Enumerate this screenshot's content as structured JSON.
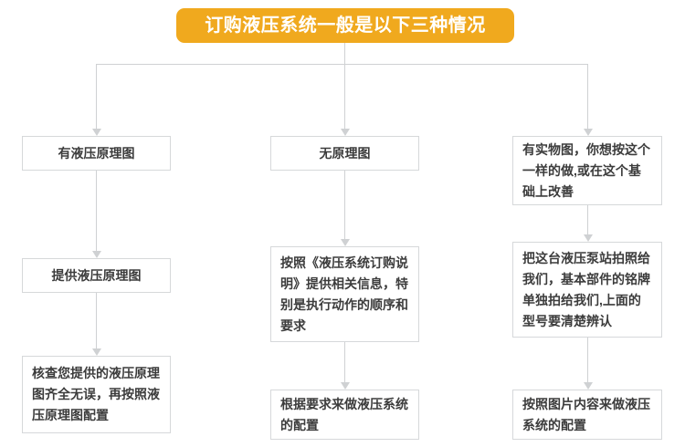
{
  "header": {
    "title": "订购液压系统一般是以下三种情况",
    "banner_color": "#f0a91e",
    "title_color": "#ffffff"
  },
  "theme": {
    "box_border_color": "#d6d8da",
    "connector_color": "#cfd1d3",
    "text_color": "#3c3c3c",
    "background": "#ffffff"
  },
  "branches": [
    {
      "id": "branch-schematic-available",
      "steps": [
        {
          "label": "有液压原理图"
        },
        {
          "label": "提供液压原理图"
        },
        {
          "label": "核查您提供的液压原理图齐全无误，再按照液压原理图配置"
        }
      ]
    },
    {
      "id": "branch-no-schematic",
      "steps": [
        {
          "label": "无原理图"
        },
        {
          "label": "按照《液压系统订购说明》提供相关信息，特别是执行动作的顺序和要求"
        },
        {
          "label": "根据要求来做液压系统的配置"
        }
      ]
    },
    {
      "id": "branch-photo-available",
      "steps": [
        {
          "label": "有实物图，你想按这个一样的做,或在这个基础上改善"
        },
        {
          "label": "把这台液压泵站拍照给我们，基本部件的铭牌单独拍给我们,上面的型号要清楚辨认"
        },
        {
          "label": "按照图片内容来做液压系统的配置"
        }
      ]
    }
  ]
}
